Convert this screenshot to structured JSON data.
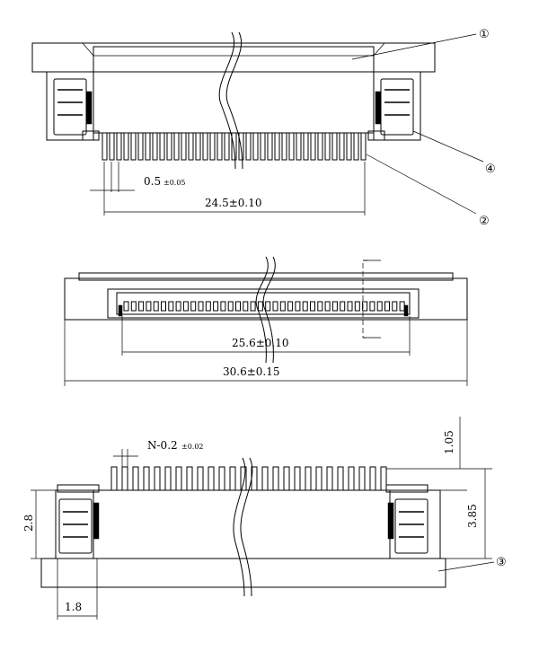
{
  "callouts": {
    "c1": "①",
    "c2": "②",
    "c3": "③",
    "c4": "④"
  },
  "top_view": {
    "pitch_value": "0.5",
    "pitch_tol": "±0.05",
    "span_label": "24.5±0.10"
  },
  "front_view": {
    "inner_span": "25.6±0.10",
    "outer_span": "30.6±0.15"
  },
  "side_view": {
    "pin_width_value": "N-0.2",
    "pin_width_tol": "±0.02",
    "pin_offset": "1.05",
    "overall_height": "3.85",
    "body_height": "2.8",
    "edge_offset": "1.8"
  },
  "colors": {
    "line": "#000000",
    "background": "#ffffff"
  }
}
